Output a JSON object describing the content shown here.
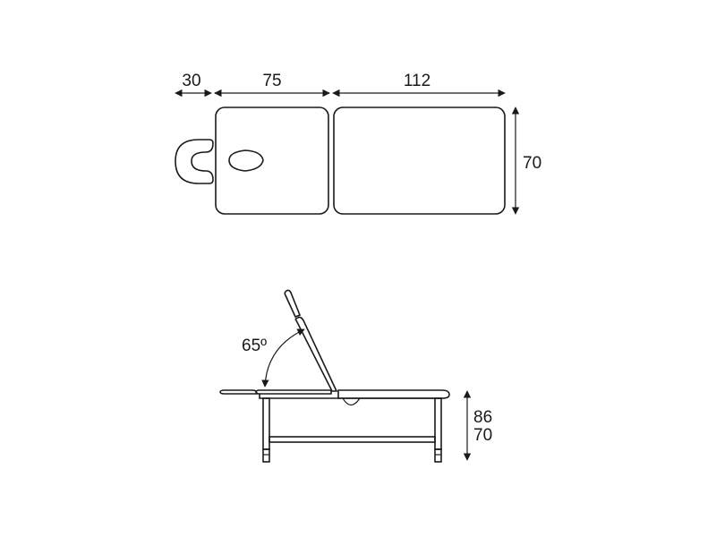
{
  "top_view": {
    "dimensions": {
      "head_rest": "30",
      "back_section": "75",
      "seat_section": "112",
      "width": "70"
    }
  },
  "side_view": {
    "angle": "65º",
    "heights": {
      "max": "86",
      "min": "70"
    }
  }
}
